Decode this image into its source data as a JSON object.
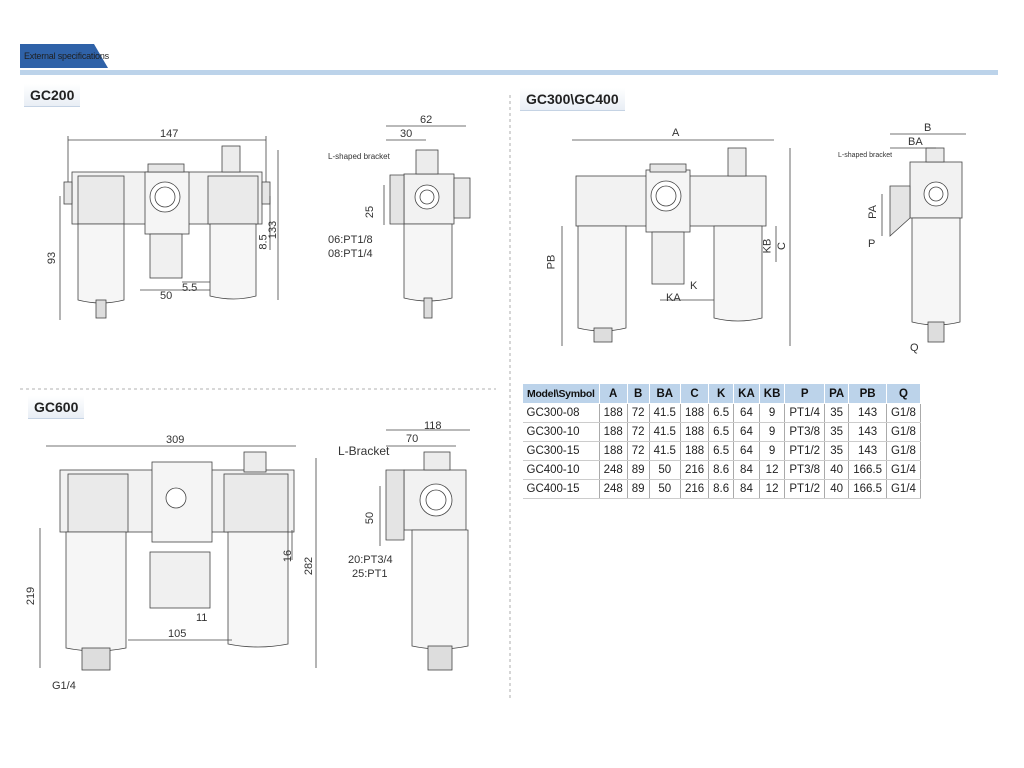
{
  "header": {
    "title": "External specifications"
  },
  "sections": {
    "gc200": "GC200",
    "gc300_400": "GC300\\GC400",
    "gc600": "GC600"
  },
  "gc200_dims": {
    "d147": "147",
    "d93": "93",
    "d50": "50",
    "d5_5": "5.5",
    "d8_5": "8.5",
    "d133": "133",
    "d62": "62",
    "d30": "30",
    "d25": "25",
    "bracket": "L-shaped bracket",
    "port1": "06:PT1/8",
    "port2": "08:PT1/4"
  },
  "gc300_dims": {
    "A": "A",
    "PB": "PB",
    "KA": "KA",
    "K": "K",
    "KB": "KB",
    "C": "C",
    "B": "B",
    "BA": "BA",
    "PA": "PA",
    "P": "P",
    "Q": "Q",
    "bracket": "L-shaped bracket"
  },
  "gc600_dims": {
    "d309": "309",
    "d219": "219",
    "d105": "105",
    "d11": "11",
    "d16": "16",
    "d282": "282",
    "thread": "G1/4",
    "d118": "118",
    "d70": "70",
    "d50": "50",
    "bracket": "L-Bracket",
    "port1": "20:PT3/4",
    "port2": "25:PT1"
  },
  "table": {
    "headers": [
      "Model\\Symbol",
      "A",
      "B",
      "BA",
      "C",
      "K",
      "KA",
      "KB",
      "P",
      "PA",
      "PB",
      "Q"
    ],
    "rows": [
      [
        "GC300-08",
        "188",
        "72",
        "41.5",
        "188",
        "6.5",
        "64",
        "9",
        "PT1/4",
        "35",
        "143",
        "G1/8"
      ],
      [
        "GC300-10",
        "188",
        "72",
        "41.5",
        "188",
        "6.5",
        "64",
        "9",
        "PT3/8",
        "35",
        "143",
        "G1/8"
      ],
      [
        "GC300-15",
        "188",
        "72",
        "41.5",
        "188",
        "6.5",
        "64",
        "9",
        "PT1/2",
        "35",
        "143",
        "G1/8"
      ],
      [
        "GC400-10",
        "248",
        "89",
        "50",
        "216",
        "8.6",
        "84",
        "12",
        "PT3/8",
        "40",
        "166.5",
        "G1/4"
      ],
      [
        "GC400-15",
        "248",
        "89",
        "50",
        "216",
        "8.6",
        "84",
        "12",
        "PT1/2",
        "40",
        "166.5",
        "G1/4"
      ]
    ]
  },
  "colors": {
    "accent": "#2f62a8",
    "band": "#bcd3ea"
  }
}
